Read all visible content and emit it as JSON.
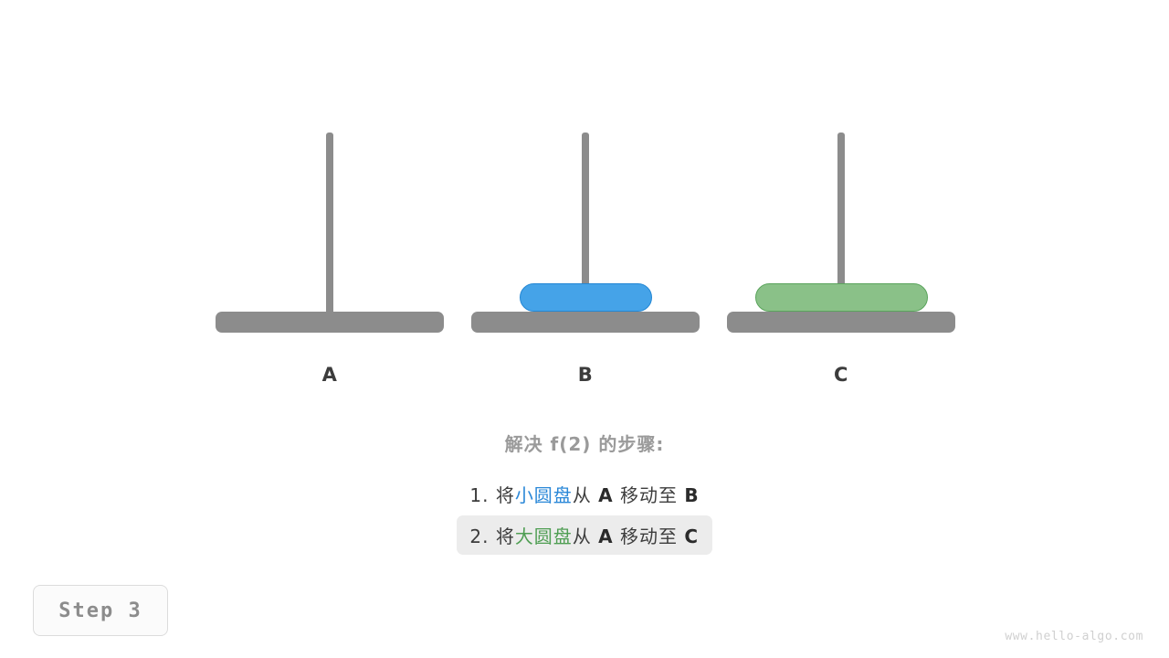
{
  "figure": {
    "title": "解决 f(2) 的步骤:",
    "watermark": "www.hello-algo.com",
    "step_badge": "Step 3"
  },
  "colors": {
    "peg": "#8c8c8c",
    "base": "#8c8c8c",
    "small_disk_fill": "#45a3e8",
    "small_disk_border": "#2387d4",
    "large_disk_fill": "#8ac188",
    "large_disk_border": "#5aa45c",
    "label": "#3c3c3c",
    "title": "#9a9a9a",
    "highlight_bg": "#ececec",
    "badge_text": "#8c8c8c",
    "watermark": "#d0d0d0"
  },
  "towers": [
    {
      "id": "A",
      "label": "A",
      "disks": []
    },
    {
      "id": "B",
      "label": "B",
      "disks": [
        "small"
      ]
    },
    {
      "id": "C",
      "label": "C",
      "disks": [
        "large"
      ]
    }
  ],
  "steps": [
    {
      "number": "1.",
      "verb_prefix": "将",
      "disk_name": "小圆盘",
      "disk_size": "small",
      "from_text": "从",
      "source": "A",
      "move_text": "移动至",
      "target": "B",
      "highlighted": false
    },
    {
      "number": "2.",
      "verb_prefix": "将",
      "disk_name": "大圆盘",
      "disk_size": "large",
      "from_text": "从",
      "source": "A",
      "move_text": "移动至",
      "target": "C",
      "highlighted": true
    }
  ]
}
